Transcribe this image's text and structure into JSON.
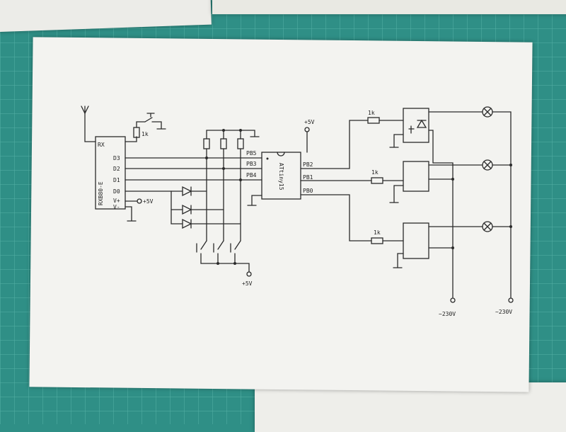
{
  "receiver": {
    "name": "RXB80-E",
    "pins_left": "RX",
    "pins_right": [
      "D3",
      "D2",
      "D1",
      "D0",
      "V+",
      "V-"
    ]
  },
  "resistor_rx": "1k",
  "mcu": {
    "name": "ATtiny15",
    "left_pins": [
      "PB5",
      "PB3",
      "PB4"
    ],
    "right_pins": [
      "PB2",
      "PB1",
      "PB0"
    ]
  },
  "supply_mcu": "+5V",
  "supply_rx": "+5V",
  "supply_buttons": "+5V",
  "base_resistors": [
    "1k",
    "1k",
    "1k"
  ],
  "mains": [
    "~230V",
    "~230V"
  ]
}
